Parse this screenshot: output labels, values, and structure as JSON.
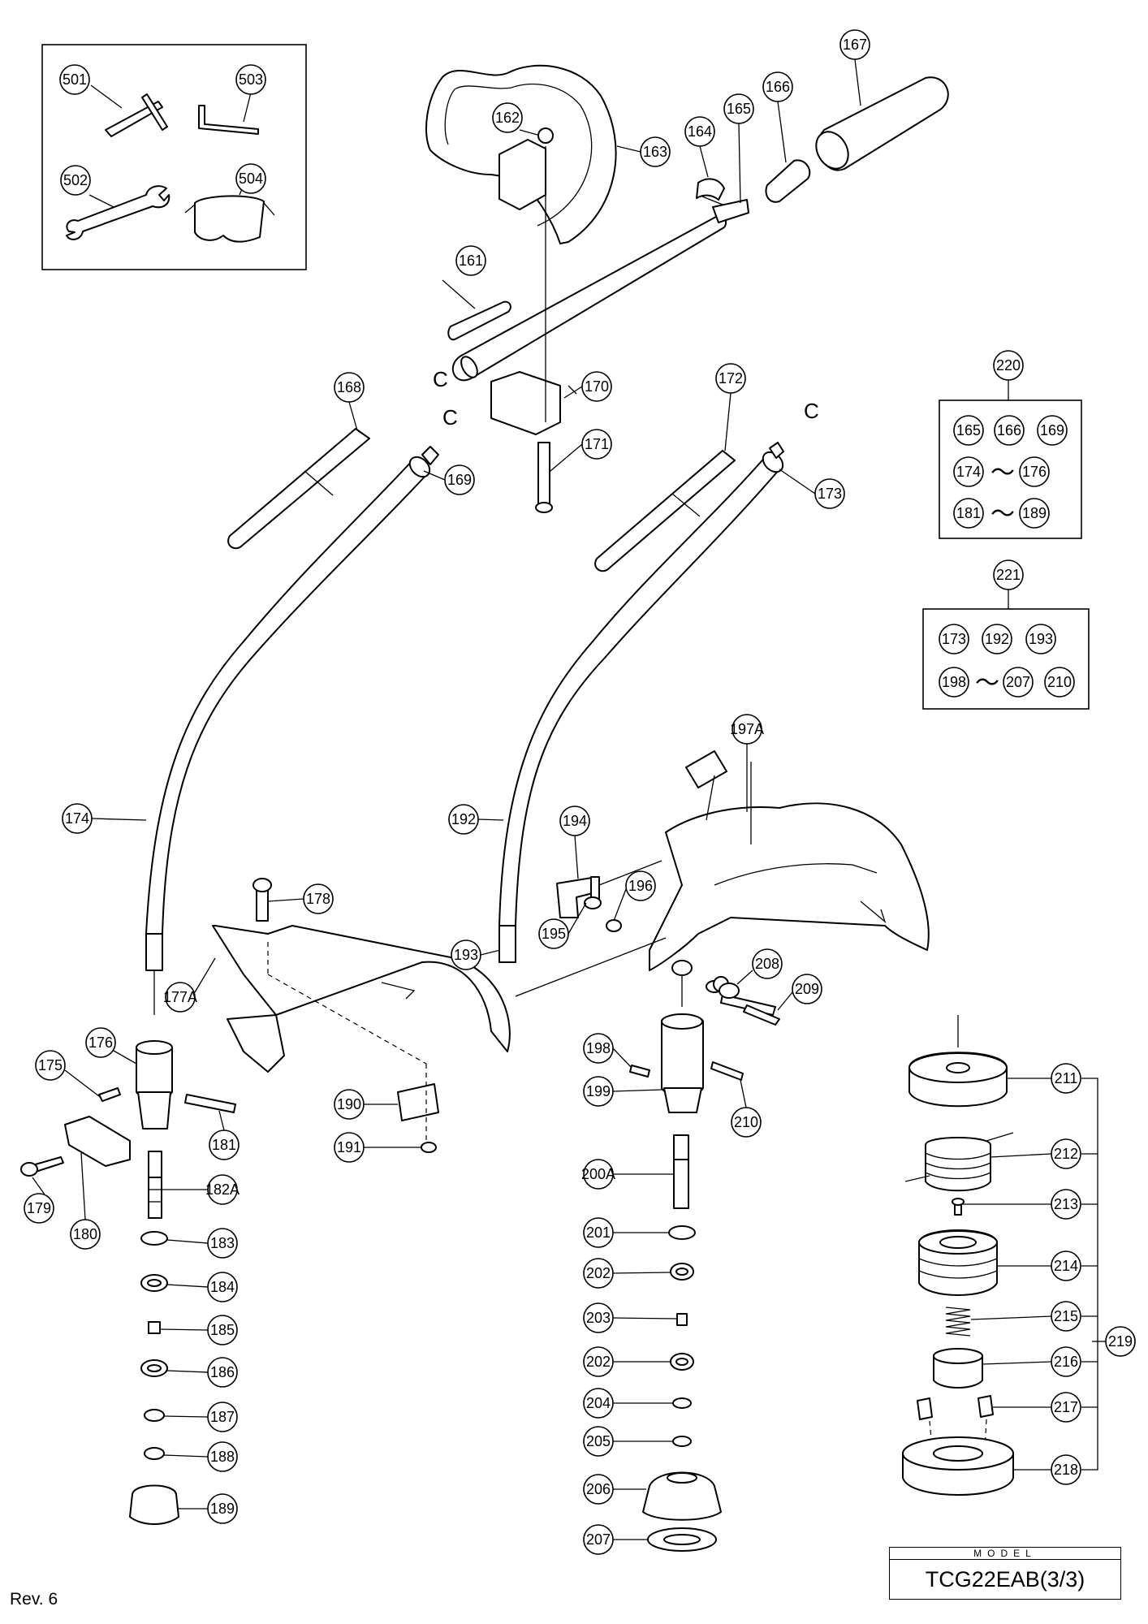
{
  "kit_box": {
    "callouts": [
      "501",
      "502",
      "503",
      "504"
    ]
  },
  "upper_handle": {
    "callouts": [
      "161",
      "162",
      "163",
      "164",
      "165",
      "166",
      "167",
      "170",
      "171"
    ],
    "joint_label": "C"
  },
  "shaft_left": {
    "callouts": [
      "168",
      "169",
      "174"
    ],
    "joint_label": "C"
  },
  "shaft_right": {
    "callouts": [
      "172",
      "173",
      "192"
    ],
    "joint_label": "C"
  },
  "assembly_220": {
    "number": "220",
    "items": [
      "165",
      "166",
      "169"
    ],
    "range1": [
      "174",
      "176"
    ],
    "range2": [
      "181",
      "189"
    ],
    "tilde": "～"
  },
  "assembly_221": {
    "number": "221",
    "items": [
      "173",
      "192",
      "193"
    ],
    "range1": [
      "198",
      "207"
    ],
    "extra": "210",
    "tilde": "～"
  },
  "guard_left": {
    "callouts": [
      "175",
      "176",
      "177A",
      "178",
      "179",
      "180",
      "181",
      "182A",
      "183",
      "184",
      "185",
      "186",
      "187",
      "188",
      "189",
      "190",
      "191"
    ]
  },
  "guard_right": {
    "callouts": [
      "193",
      "194",
      "195",
      "196",
      "197A",
      "198",
      "199",
      "200A",
      "201",
      "202",
      "203",
      "202",
      "204",
      "205",
      "206",
      "207",
      "208",
      "209",
      "210"
    ]
  },
  "trimmer_head": {
    "callouts": [
      "211",
      "212",
      "213",
      "214",
      "215",
      "216",
      "217",
      "218"
    ],
    "assembly": "219"
  },
  "model": {
    "caption": "MODEL",
    "name": "TCG22EAB(3/3)"
  },
  "revision": "Rev. 6"
}
